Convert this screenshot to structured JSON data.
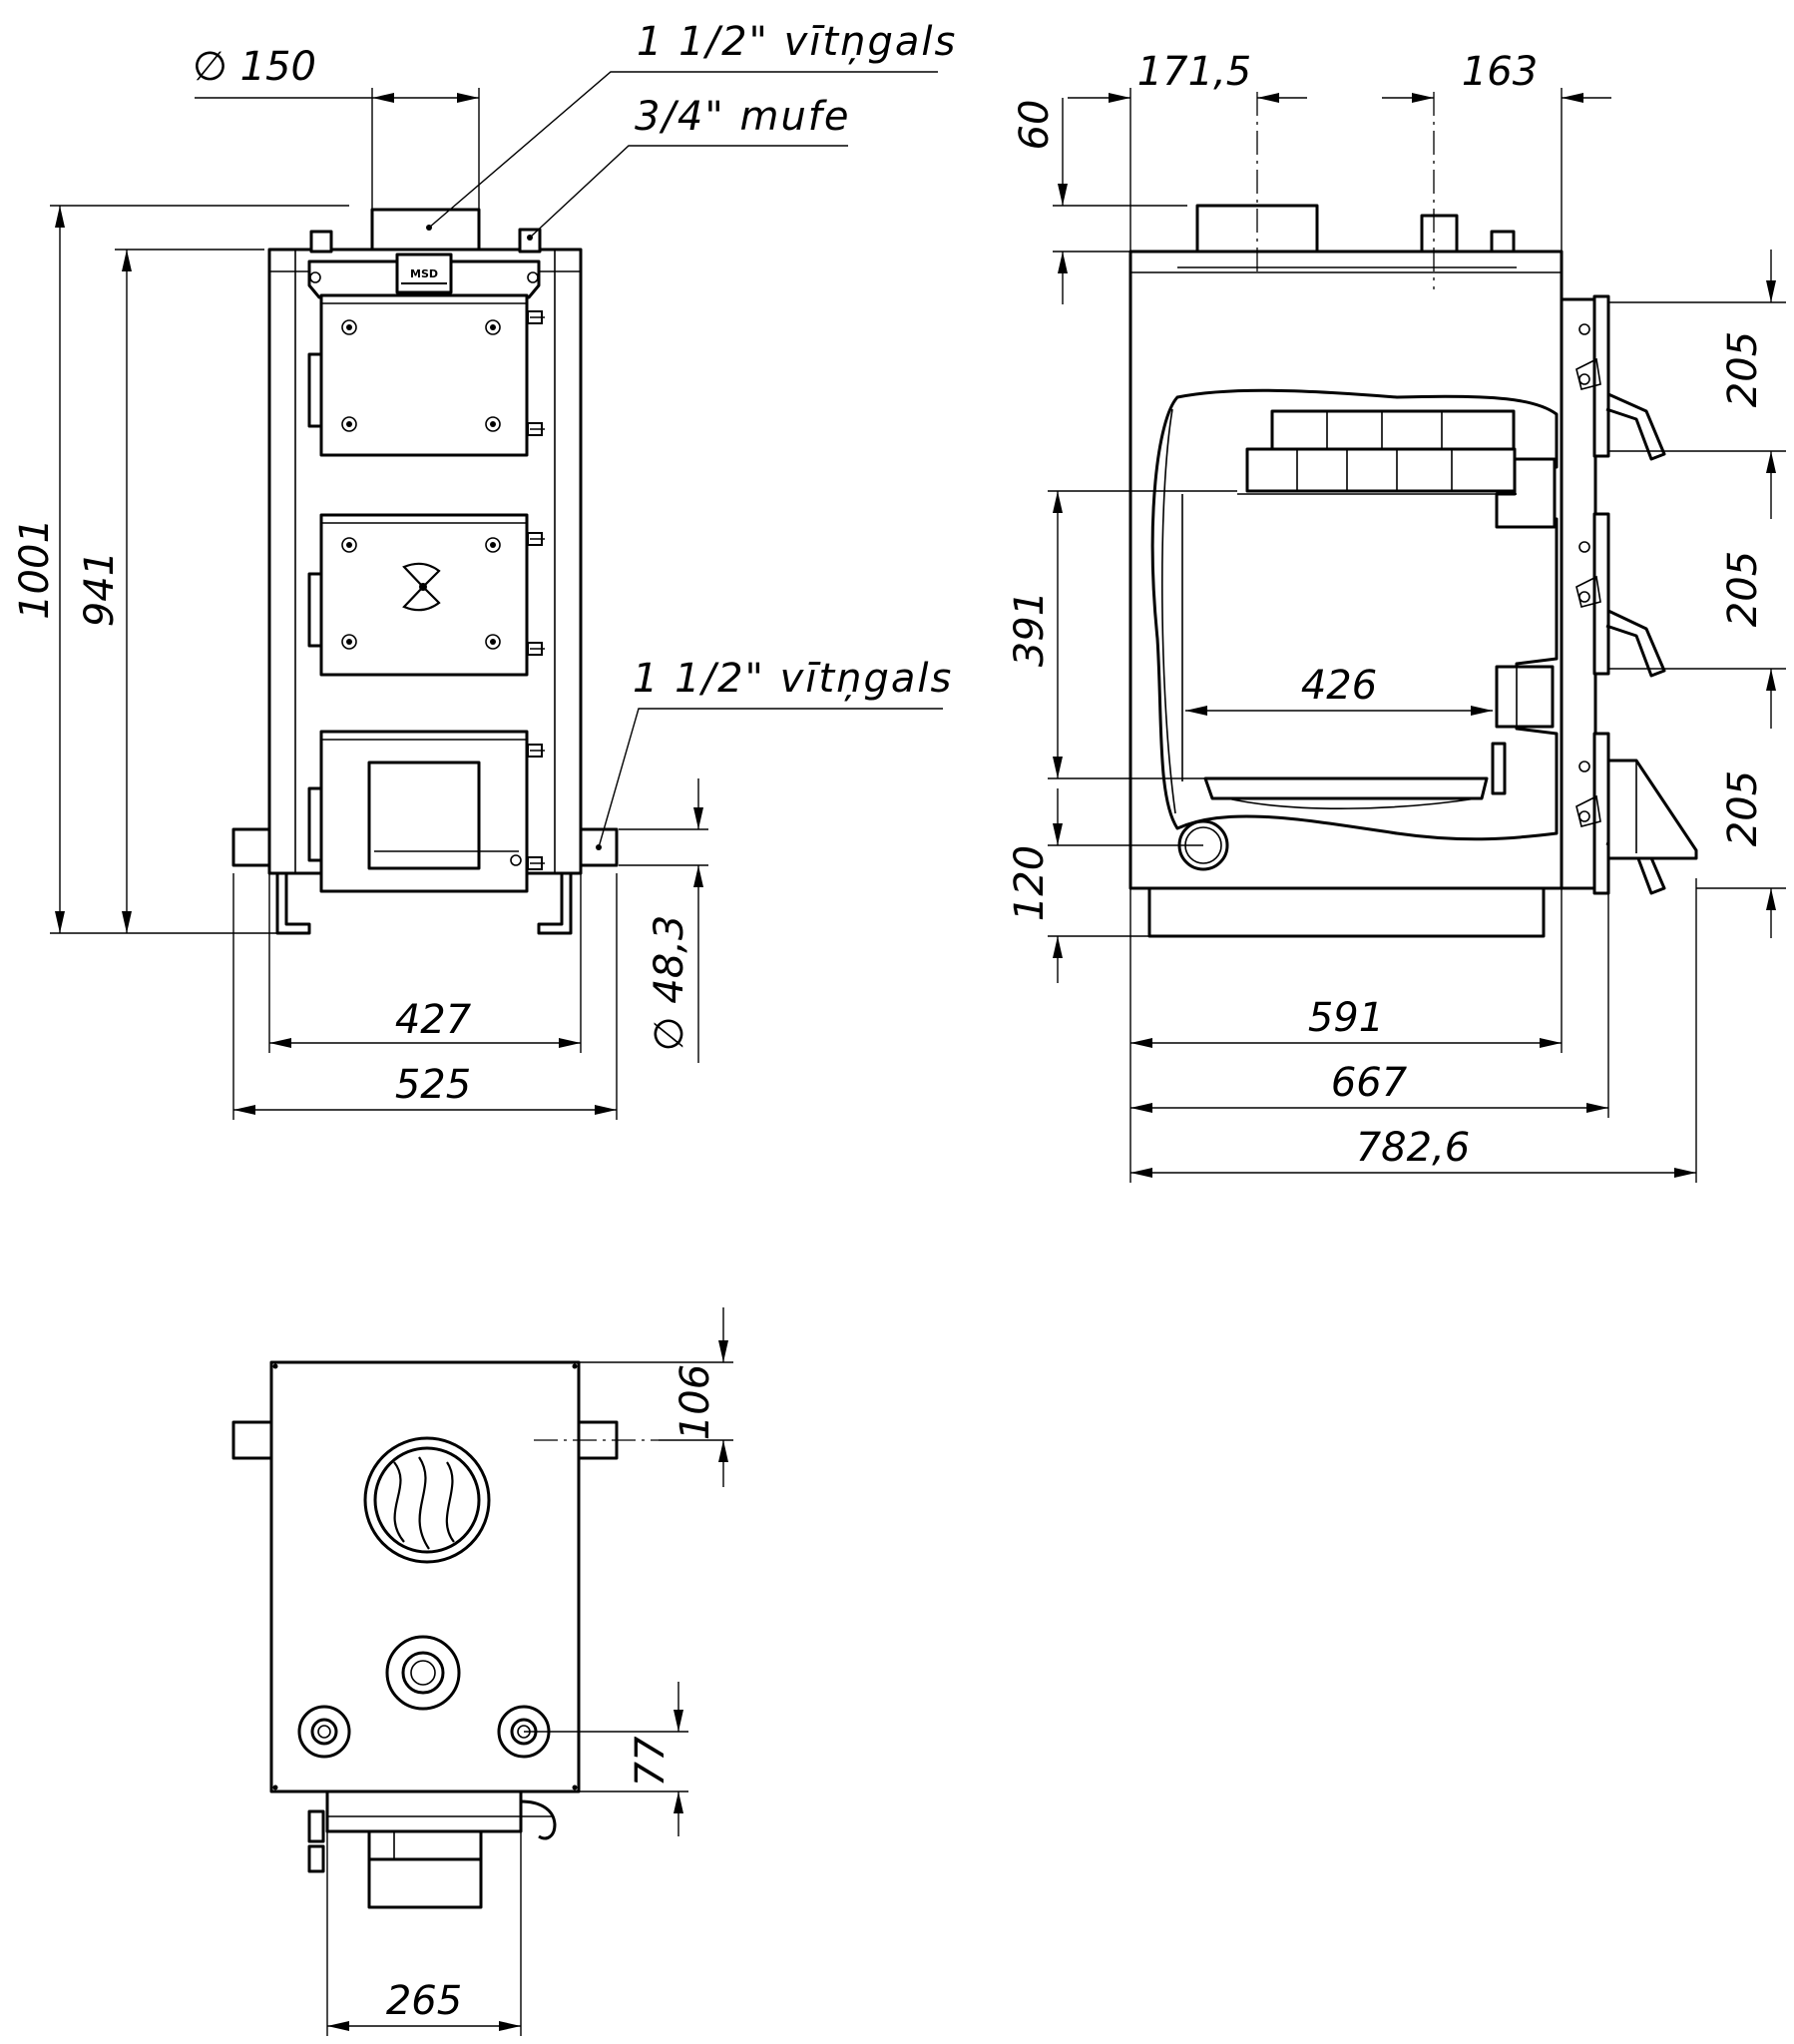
{
  "labels": {
    "nipple_top": "1 1/2\" vītņgals",
    "socket": "3/4\" mufe",
    "nipple_side": "1 1/2\" vītņgals",
    "logo": "MSD"
  },
  "front_view": {
    "flue_diameter": "∅ 150",
    "total_height": "1001",
    "body_height": "941",
    "pipe_height": "∅ 48,3",
    "body_width": "427",
    "total_width": "525"
  },
  "side_view": {
    "top_offset_a": "171,5",
    "top_offset_b": "163",
    "top_gap": "60",
    "door_pitch_1": "205",
    "door_pitch_2": "205",
    "door_pitch_3": "205",
    "chamber_height": "391",
    "chamber_depth": "426",
    "bottom_height": "120",
    "depth_body": "591",
    "depth_total": "667",
    "depth_overall": "782,6"
  },
  "top_view": {
    "pipe_offset": "106",
    "port_offset": "77",
    "bottom_width": "265"
  }
}
